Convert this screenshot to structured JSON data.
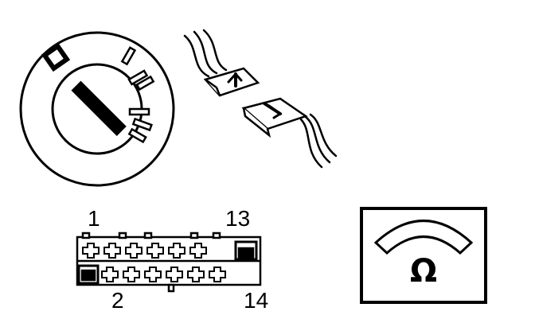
{
  "connector": {
    "pin_labels": {
      "top_left": "1",
      "top_right": "13",
      "bottom_left": "2",
      "bottom_right": "14"
    },
    "pins_per_row": 7
  },
  "meter": {
    "symbol": "Ω"
  },
  "icons": {
    "ignition_switch": "ignition-switch-icon",
    "plug_connectors": "plug-connector-icon",
    "ohmmeter": "ohmmeter-icon"
  }
}
